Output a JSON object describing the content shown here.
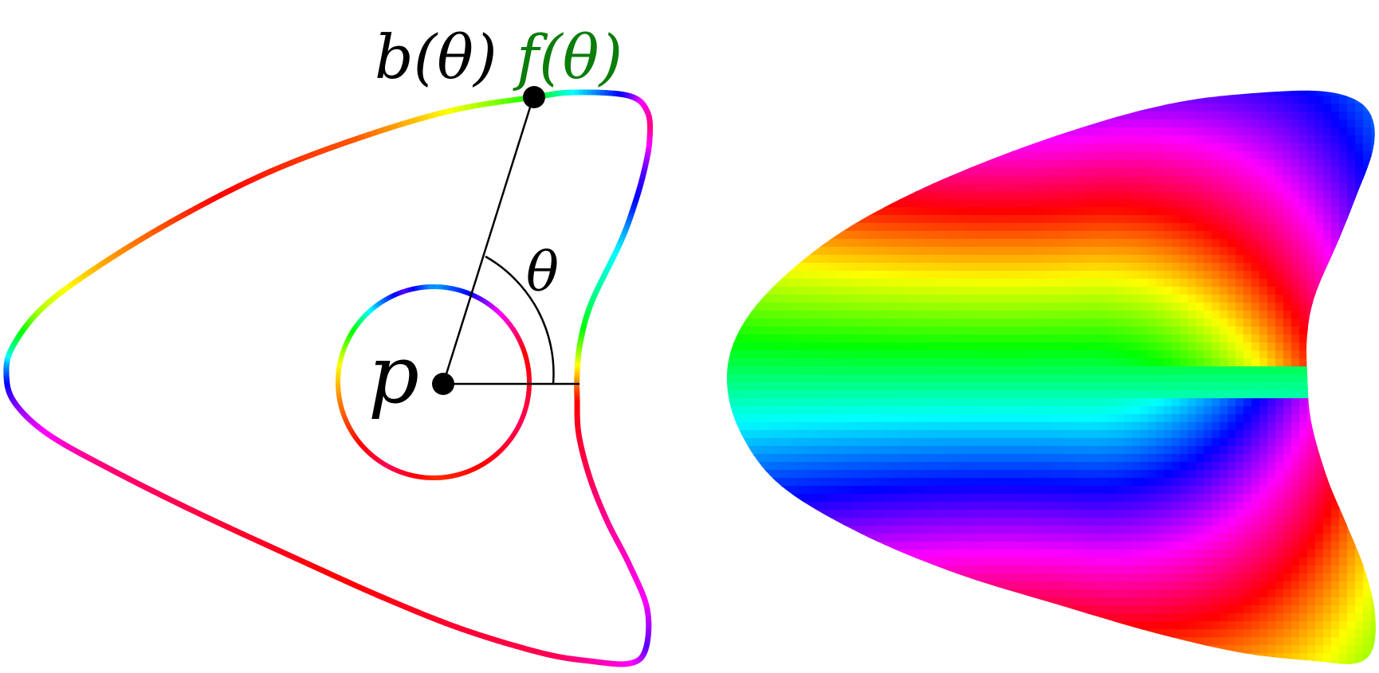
{
  "labels": {
    "b_theta": "b(θ)",
    "f_theta": "f(θ)",
    "theta": "θ",
    "p": "p"
  },
  "colors": {
    "black": "#000000",
    "f_label": "#0a7d0a",
    "background": "#ffffff"
  },
  "hue_palette": [
    "#ff0000",
    "#ffff00",
    "#00ff00",
    "#00ffff",
    "#0000ff",
    "#ff00ff"
  ]
}
